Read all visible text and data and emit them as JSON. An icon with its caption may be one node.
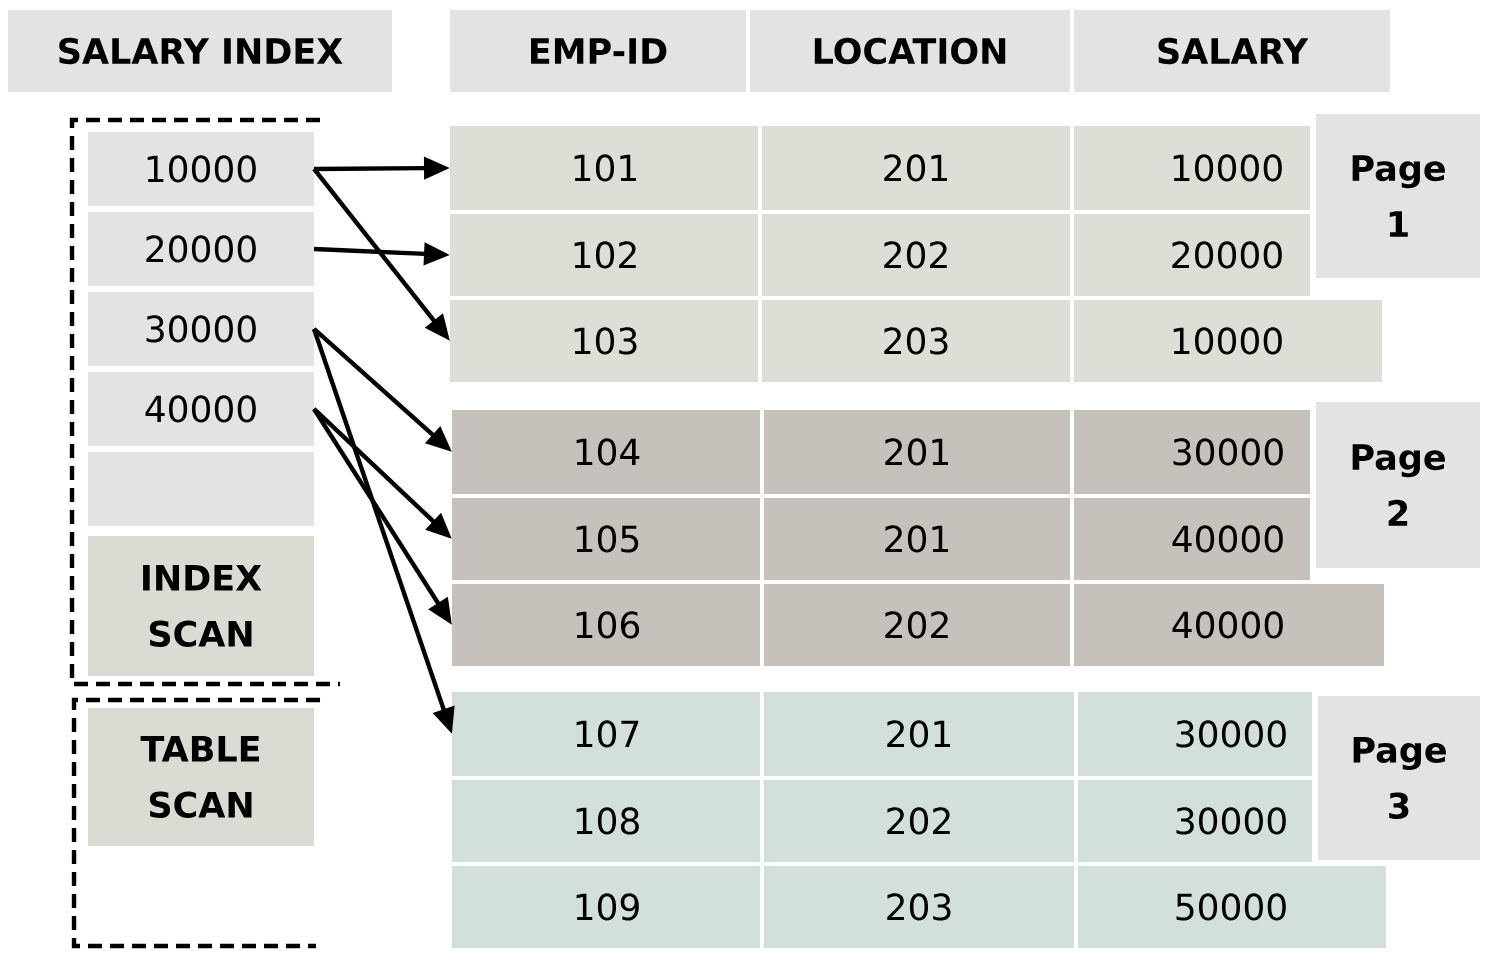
{
  "diagram": {
    "nodes": [
      {
        "text": [
          "SALARY INDEX"
        ]
      },
      {
        "text": [
          "EMP-ID"
        ]
      },
      {
        "text": [
          "LOCATION"
        ]
      },
      {
        "text": [
          "SALARY"
        ]
      },
      {
        "text": [],
        "shape": "bracket"
      },
      {
        "text": [
          "10000"
        ],
        "in": 4
      },
      {
        "text": [
          "20000"
        ],
        "in": 4
      },
      {
        "text": [
          "30000"
        ],
        "in": 4
      },
      {
        "text": [
          "40000"
        ],
        "in": 4
      },
      {
        "text": [],
        "shape": "box",
        "in": 4
      },
      {
        "text": [
          "INDEX SCAN"
        ],
        "in": 4
      },
      {
        "text": [],
        "shape": "bracket"
      },
      {
        "text": [
          "TABLE SCAN"
        ],
        "in": 11
      },
      {
        "text": [
          "101",
          "201",
          "10000"
        ]
      },
      {
        "text": [
          "102",
          "202",
          "20000"
        ]
      },
      {
        "text": [
          "103",
          "203",
          "10000"
        ]
      },
      {
        "text": [
          "Page 1"
        ]
      },
      {
        "text": [
          "104",
          "201",
          "30000"
        ]
      },
      {
        "text": [
          "105",
          "201",
          "40000"
        ]
      },
      {
        "text": [
          "106",
          "202",
          "40000"
        ]
      },
      {
        "text": [
          "Page 2"
        ]
      },
      {
        "text": [
          "107",
          "201",
          "30000"
        ]
      },
      {
        "text": [
          "108",
          "202",
          "30000"
        ]
      },
      {
        "text": [
          "109",
          "203",
          "50000"
        ]
      },
      {
        "text": [
          "Page 3"
        ]
      }
    ],
    "edges": [
      {
        "from": 5,
        "to": 13,
        "arrow": "to"
      },
      {
        "from": 5,
        "to": 15,
        "arrow": "to"
      },
      {
        "from": 6,
        "to": 14,
        "arrow": "to"
      },
      {
        "from": 7,
        "to": 17,
        "arrow": "to"
      },
      {
        "from": 7,
        "to": 21,
        "arrow": "to"
      },
      {
        "from": 8,
        "to": 18,
        "arrow": "to"
      },
      {
        "from": 8,
        "to": 19,
        "arrow": "to"
      }
    ]
  }
}
